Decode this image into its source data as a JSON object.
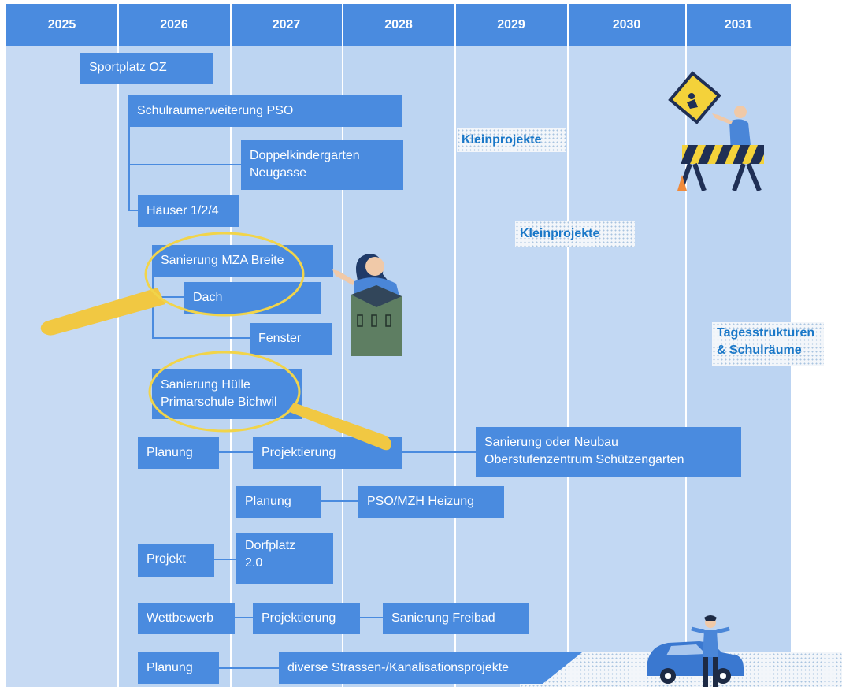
{
  "years": [
    "2025",
    "2026",
    "2027",
    "2028",
    "2029",
    "2030",
    "2031"
  ],
  "projects": {
    "sportplatz": "Sportplatz OZ",
    "schulraum": "Schulraumerweiterung PSO",
    "doppelkindergarten": [
      "Doppelkindergarten",
      "Neugasse"
    ],
    "haeuser": "Häuser 1/2/4",
    "mza": "Sanierung MZA Breite",
    "dach": "Dach",
    "fenster": "Fenster",
    "huelle": [
      "Sanierung Hülle",
      "Primarschule Bichwil"
    ],
    "planung1": "Planung",
    "projektierung1": "Projektierung",
    "neubau": [
      "Sanierung oder Neubau",
      "Oberstufenzentrum Schützengarten"
    ],
    "planung2": "Planung",
    "heizung": "PSO/MZH Heizung",
    "projekt": "Projekt",
    "dorfplatz": [
      "Dorfplatz",
      "2.0"
    ],
    "wettbewerb": "Wettbewerb",
    "projektierung2": "Projektierung",
    "freibad": "Sanierung Freibad",
    "planung3": "Planung",
    "strassen": "diverse Strassen-/Kanalisationsprojekte"
  },
  "labels": {
    "klein1": "Kleinprojekte",
    "klein2": "Kleinprojekte",
    "tages": [
      "Tagesstrukturen",
      "& Schulräume"
    ]
  },
  "colors": {
    "header": "#4a8bdf",
    "box": "#4a8bdf",
    "column_light": "#c7daf3",
    "column_mid": "#b9d2f1",
    "label_text": "#1a78c8",
    "magnifier_ring": "#f1d44a"
  },
  "icons": [
    "magnifier-icon",
    "construction-worker-icon",
    "woman-with-house-icon",
    "man-with-car-icon"
  ]
}
